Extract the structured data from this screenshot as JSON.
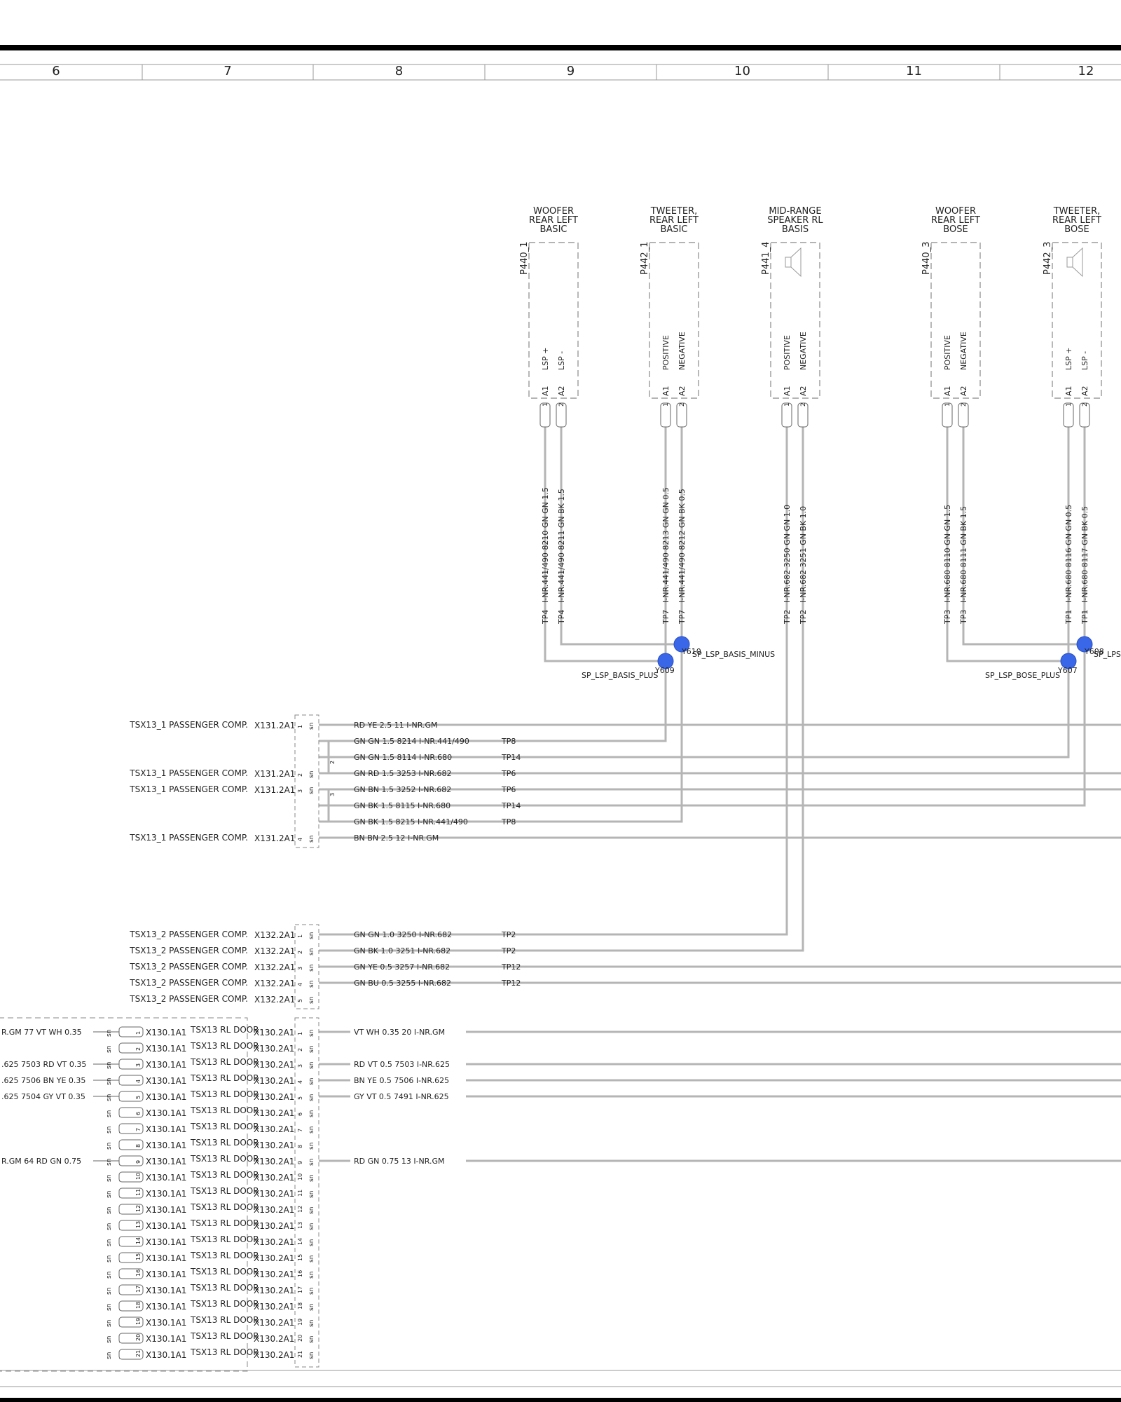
{
  "grid_columns": [
    "6",
    "7",
    "8",
    "9",
    "10",
    "11",
    "12"
  ],
  "components": [
    {
      "id": "P440_1",
      "title": [
        "WOOFER",
        "REAR LEFT",
        "BASIC"
      ],
      "pins": [
        "LSP +",
        "LSP -"
      ],
      "speaker": false,
      "wires": [
        {
          "label": "I-NR.441/490  8210  GN GN 1.5",
          "tp": "TP4"
        },
        {
          "label": "I-NR.441/490  8211  GN BK 1.5",
          "tp": "TP4"
        }
      ]
    },
    {
      "id": "P442_1",
      "title": [
        "TWEETER,",
        "REAR LEFT",
        "BASIC"
      ],
      "pins": [
        "POSITIVE",
        "NEGATIVE"
      ],
      "speaker": false,
      "wires": [
        {
          "label": "I-NR.441/490  8213  GN GN 0.5",
          "tp": "TP7"
        },
        {
          "label": "I-NR.441/490  8212  GN BK 0.5",
          "tp": "TP7"
        }
      ]
    },
    {
      "id": "P441_4",
      "title": [
        "MID-RANGE",
        "SPEAKER RL",
        "BASIS"
      ],
      "pins": [
        "POSITIVE",
        "NEGATIVE"
      ],
      "speaker": true,
      "wires": [
        {
          "label": "I-NR.682  3250  GN GN 1.0",
          "tp": "TP2"
        },
        {
          "label": "I-NR.682  3251  GN BK 1.0",
          "tp": "TP2"
        }
      ]
    },
    {
      "id": "P440_3",
      "title": [
        "WOOFER",
        "REAR LEFT",
        "BOSE"
      ],
      "pins": [
        "POSITIVE",
        "NEGATIVE"
      ],
      "speaker": false,
      "wires": [
        {
          "label": "I-NR.680  8110  GN GN 1.5",
          "tp": "TP3"
        },
        {
          "label": "I-NR.680  8111  GN BK 1.5",
          "tp": "TP3"
        }
      ]
    },
    {
      "id": "P442_3",
      "title": [
        "TWEETER,",
        "REAR LEFT",
        "BOSE"
      ],
      "pins": [
        "LSP +",
        "LSP -"
      ],
      "speaker": true,
      "wires": [
        {
          "label": "I-NR.680  8116  GN GN 0.5",
          "tp": "TP1"
        },
        {
          "label": "I-NR.680  8117  GN BK 0.5",
          "tp": "TP1"
        }
      ]
    }
  ],
  "pin_ids": [
    "A1",
    "A2"
  ],
  "pin_nums": [
    "1",
    "2"
  ],
  "splices": [
    {
      "id": "Y609",
      "name": "SP_LSP_BASIS_PLUS"
    },
    {
      "id": "Y610",
      "name": "SP_LSP_BASIS_MINUS"
    },
    {
      "id": "Y607",
      "name": "SP_LSP_BOSE_PLUS"
    },
    {
      "id": "Y608",
      "name": "SP_LPS"
    }
  ],
  "x131_rows": [
    {
      "left": "TSX13_1 PASSENGER COMP.",
      "conn": "X131.2A1",
      "pin": "1",
      "wire": "RD YE 2.5   11    I-NR.GM",
      "tp": ""
    },
    {
      "left": "",
      "conn": "",
      "pin": "",
      "wire": "GN GN 1.5   8214  I-NR.441/490",
      "tp": "TP8"
    },
    {
      "left": "",
      "conn": "",
      "pin": "",
      "wire": "GN GN 1.5   8114  I-NR.680",
      "tp": "TP14"
    },
    {
      "left": "TSX13_1 PASSENGER COMP.",
      "conn": "X131.2A1",
      "pin": "2",
      "wire": "GN RD 1.5   3253  I-NR.682",
      "tp": "TP6"
    },
    {
      "left": "TSX13_1 PASSENGER COMP.",
      "conn": "X131.2A1",
      "pin": "3",
      "wire": "GN BN 1.5   3252  I-NR.682",
      "tp": "TP6"
    },
    {
      "left": "",
      "conn": "",
      "pin": "",
      "wire": "GN BK 1.5   8115  I-NR.680",
      "tp": "TP14"
    },
    {
      "left": "",
      "conn": "",
      "pin": "",
      "wire": "GN BK 1.5   8215  I-NR.441/490",
      "tp": "TP8"
    },
    {
      "left": "TSX13_1 PASSENGER COMP.",
      "conn": "X131.2A1",
      "pin": "4",
      "wire": "BN BN 2.5   12    I-NR.GM",
      "tp": ""
    }
  ],
  "x132_rows": [
    {
      "left": "TSX13_2 PASSENGER COMP.",
      "conn": "X132.2A1",
      "pin": "1",
      "wire": "GN GN 1.0   3250  I-NR.682",
      "tp": "TP2"
    },
    {
      "left": "TSX13_2 PASSENGER COMP.",
      "conn": "X132.2A1",
      "pin": "2",
      "wire": "GN BK 1.0   3251  I-NR.682",
      "tp": "TP2"
    },
    {
      "left": "TSX13_2 PASSENGER COMP.",
      "conn": "X132.2A1",
      "pin": "3",
      "wire": "GN YE 0.5   3257  I-NR.682",
      "tp": "TP12"
    },
    {
      "left": "TSX13_2 PASSENGER COMP.",
      "conn": "X132.2A1",
      "pin": "4",
      "wire": "GN BU 0.5   3255  I-NR.682",
      "tp": "TP12"
    },
    {
      "left": "TSX13_2 PASSENGER COMP.",
      "conn": "X132.2A1",
      "pin": "5",
      "wire": "",
      "tp": ""
    }
  ],
  "x130_rows": [
    {
      "pin": "1",
      "left_wire": "R.GM      77  VT WH 0.35",
      "right_wire": "VT WH 0.35  20     I-NR.GM"
    },
    {
      "pin": "2",
      "left_wire": "",
      "right_wire": ""
    },
    {
      "pin": "3",
      "left_wire": ".625  7503   RD VT 0.35",
      "right_wire": "RD VT 0.5    7503  I-NR.625"
    },
    {
      "pin": "4",
      "left_wire": ".625  7506   BN YE 0.35",
      "right_wire": "BN YE 0.5    7506  I-NR.625"
    },
    {
      "pin": "5",
      "left_wire": ".625  7504   GY VT 0.35",
      "right_wire": "GY VT 0.5    7491  I-NR.625"
    },
    {
      "pin": "6",
      "left_wire": "",
      "right_wire": ""
    },
    {
      "pin": "7",
      "left_wire": "",
      "right_wire": ""
    },
    {
      "pin": "8",
      "left_wire": "",
      "right_wire": ""
    },
    {
      "pin": "9",
      "left_wire": "R.GM      64  RD GN 0.75",
      "right_wire": "RD GN 0.75  13     I-NR.GM"
    },
    {
      "pin": "10",
      "left_wire": "",
      "right_wire": ""
    },
    {
      "pin": "11",
      "left_wire": "",
      "right_wire": ""
    },
    {
      "pin": "12",
      "left_wire": "",
      "right_wire": ""
    },
    {
      "pin": "13",
      "left_wire": "",
      "right_wire": ""
    },
    {
      "pin": "14",
      "left_wire": "",
      "right_wire": ""
    },
    {
      "pin": "15",
      "left_wire": "",
      "right_wire": ""
    },
    {
      "pin": "16",
      "left_wire": "",
      "right_wire": ""
    },
    {
      "pin": "17",
      "left_wire": "",
      "right_wire": ""
    },
    {
      "pin": "18",
      "left_wire": "",
      "right_wire": ""
    },
    {
      "pin": "19",
      "left_wire": "",
      "right_wire": ""
    },
    {
      "pin": "20",
      "left_wire": "",
      "right_wire": ""
    },
    {
      "pin": "21",
      "left_wire": "",
      "right_wire": ""
    }
  ],
  "x130_labels": {
    "conn_1a1": "X130.1A1",
    "conn_2a1": "X130.2A1",
    "dev": "TSX13 RL DOOR"
  },
  "seal_mark": "sn",
  "colors": {
    "wire": "#b5b5b5",
    "splice": "#3a67e8",
    "border": "#000000",
    "dash": "#888888"
  }
}
